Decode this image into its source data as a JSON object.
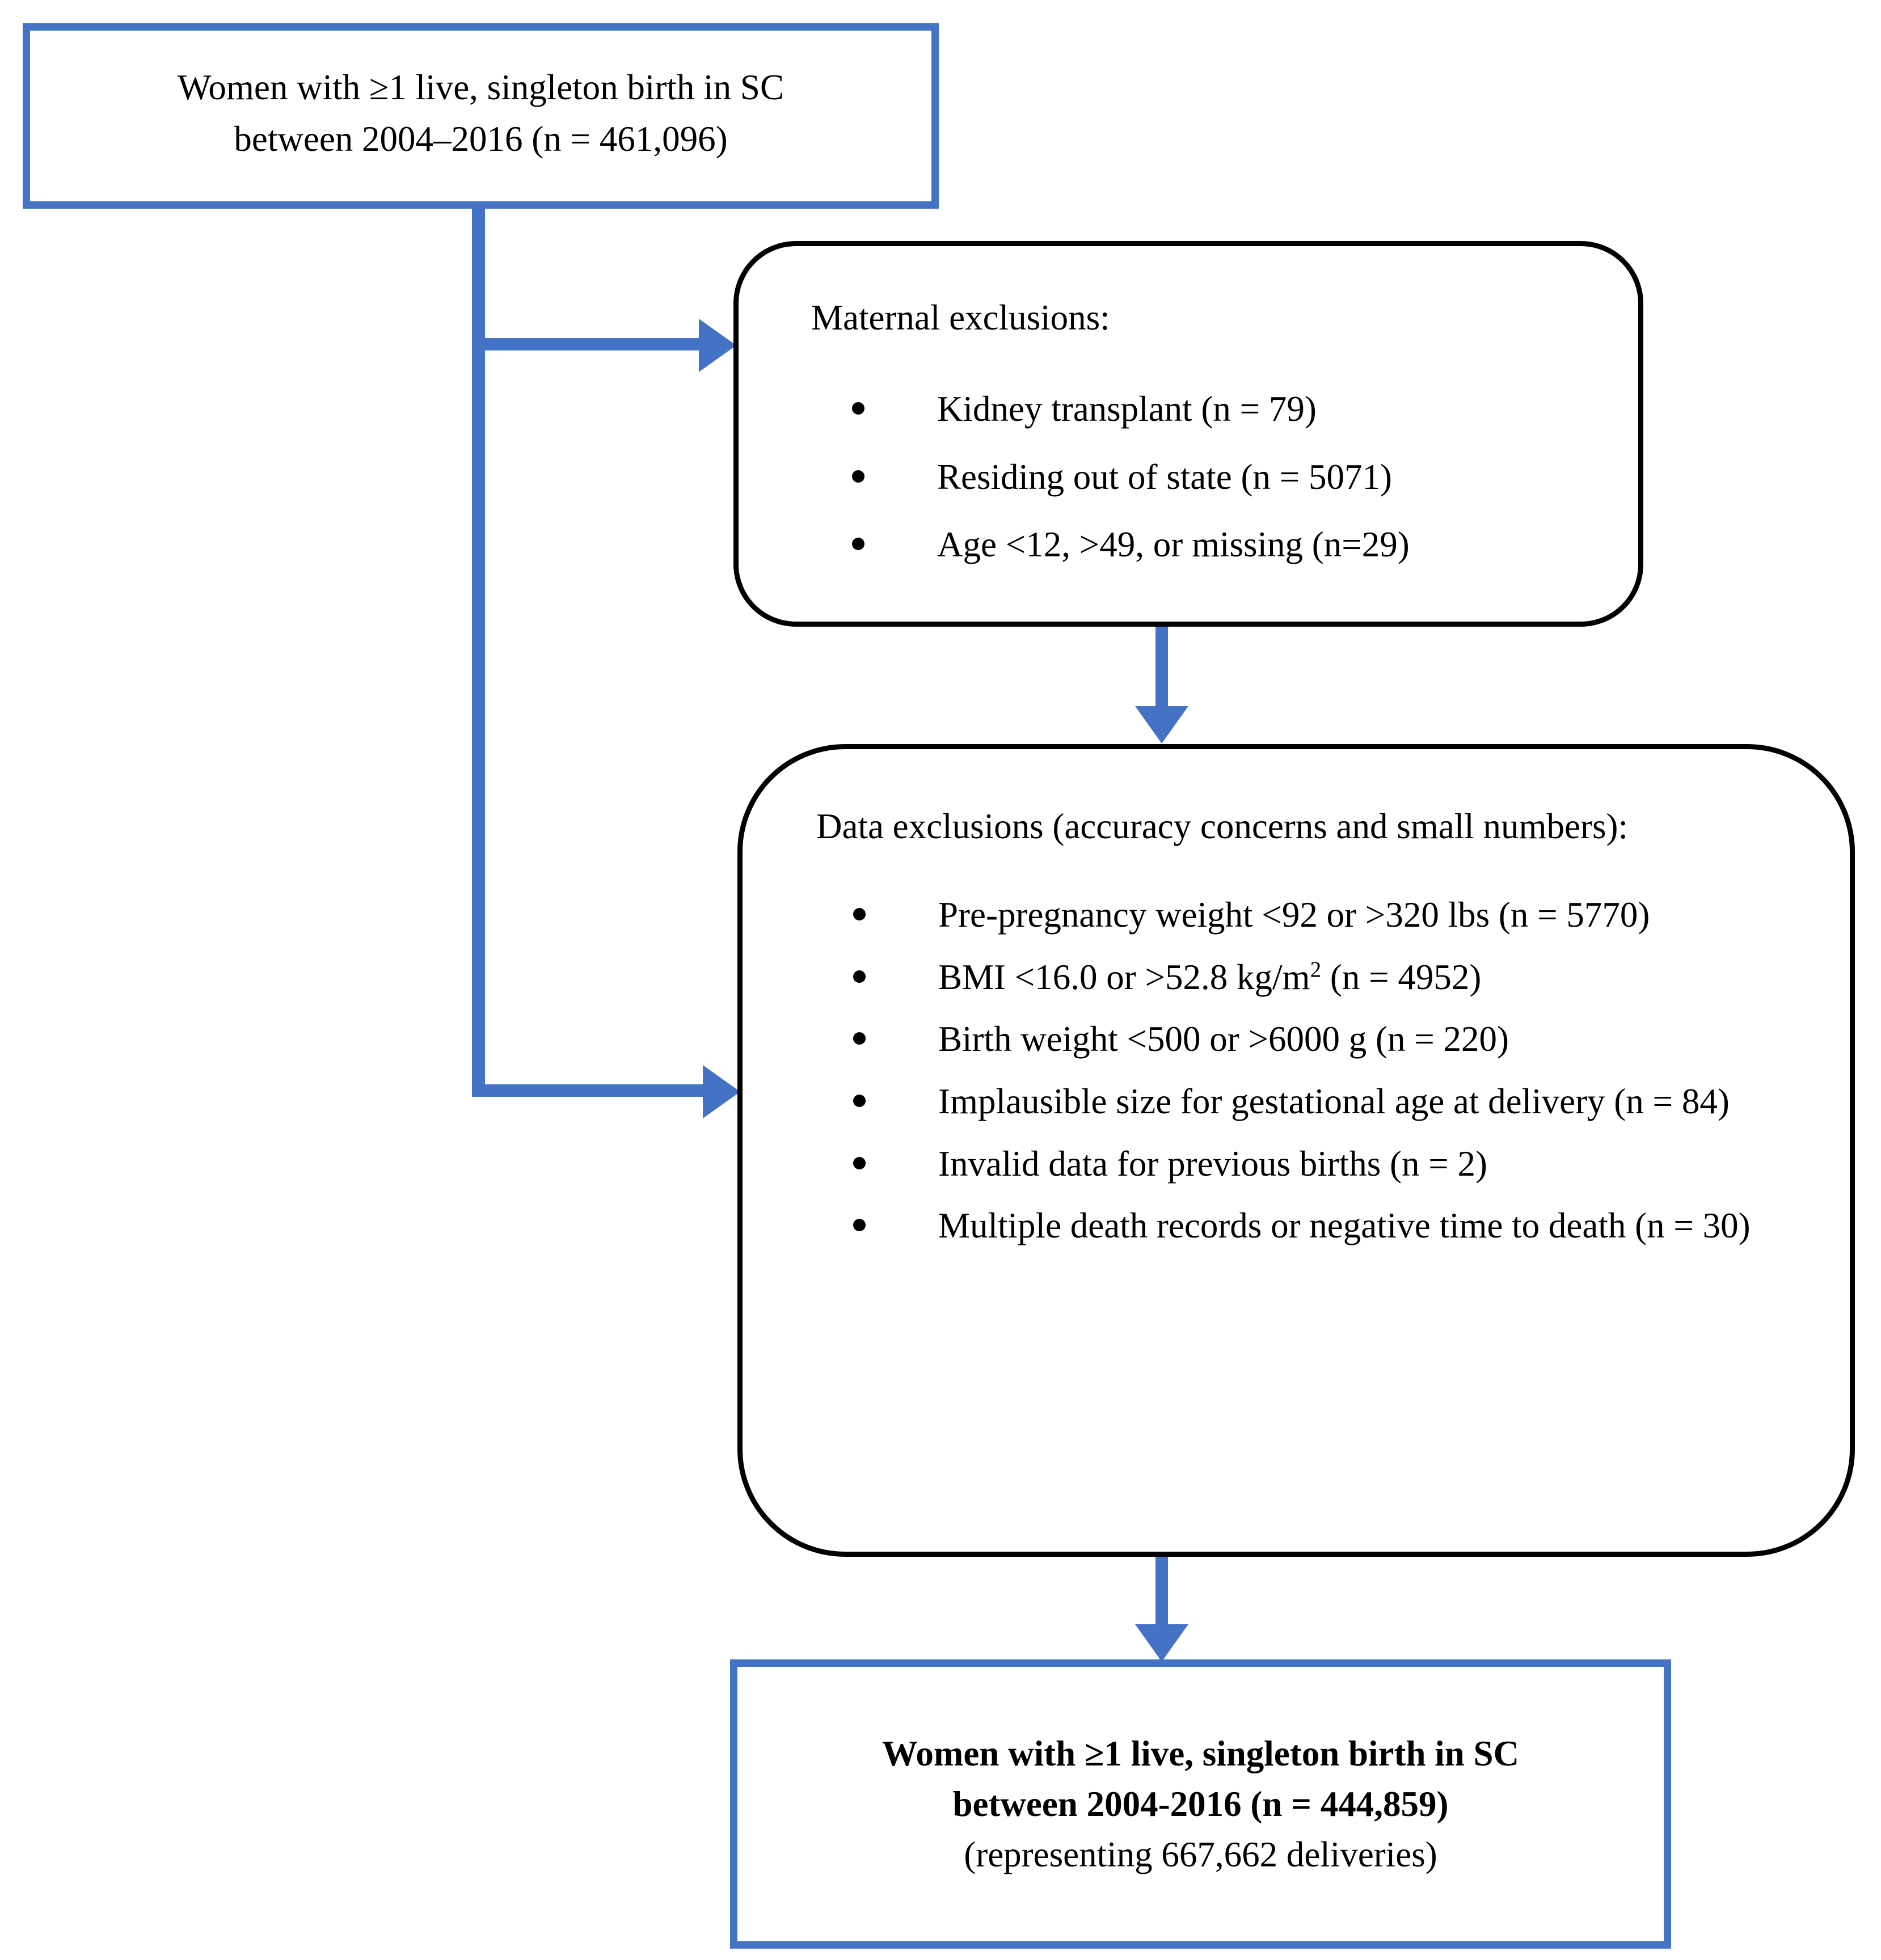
{
  "figure": {
    "type": "flowchart",
    "accent_color": "#4472C4",
    "outline_color": "#000000",
    "background": "#ffffff"
  },
  "top_box": {
    "line1": "Women with ≥1 live, singleton birth in SC",
    "line2": "between 2004–2016 (n = 461,096)"
  },
  "maternal_box": {
    "heading": "Maternal exclusions:",
    "bullets": [
      "Kidney transplant (n = 79)",
      "Residing out of state (n = 5071)",
      "Age <12, >49, or missing (n=29)"
    ]
  },
  "data_box": {
    "heading": "Data exclusions (accuracy concerns and small numbers):",
    "bullets": [
      "Pre-pregnancy weight <92 or >320 lbs (n = 5770)",
      "BMI <16.0 or >52.8 kg/m",
      "Birth weight <500 or >6000 g (n = 220)",
      "Implausible size for gestational age at delivery (n = 84)",
      "Invalid data for previous births (n = 2)",
      "Multiple death records or negative time to death (n = 30)"
    ],
    "bmi_superscript": "2",
    "bmi_tail": " (n = 4952)"
  },
  "final_box": {
    "line1": "Women with ≥1 live, singleton birth in SC",
    "line2": "between 2004-2016 (n = 444,859)",
    "line3": "(representing 667,662 deliveries)"
  }
}
